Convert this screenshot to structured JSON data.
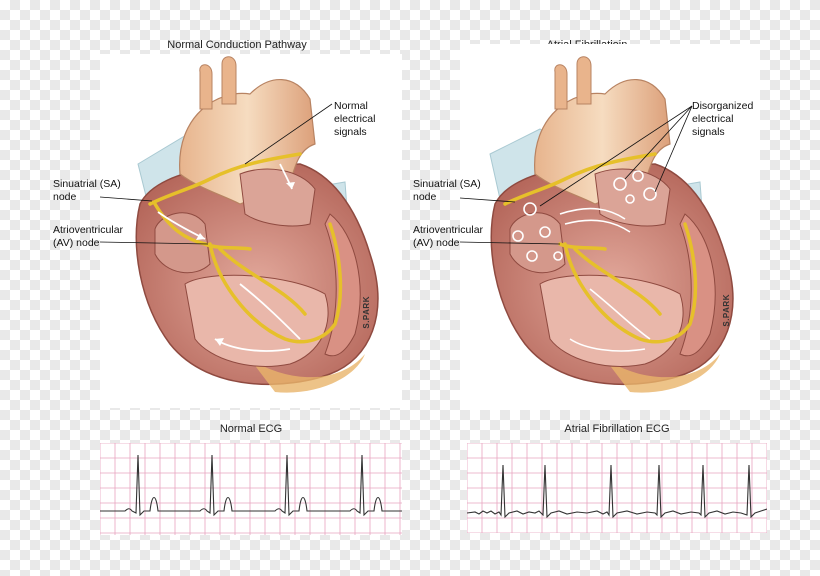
{
  "panels": {
    "normal": {
      "title": "Normal Conduction Pathway",
      "label_signals": "Normal\nelectrical\nsignals",
      "label_sa": "Sinuatrial (SA)\nnode",
      "label_av": "Atrioventricular\n(AV) node"
    },
    "afib": {
      "title": "Atrial Fibrillatioin",
      "label_signals": "Disorganized\nelectrical\nsignals",
      "label_sa": "Sinuatrial (SA)\nnode",
      "label_av": "Atrioventricular\n(AV) node"
    }
  },
  "ecg": {
    "normal_title": "Normal ECG",
    "afib_title": "Atrial Fibrillation ECG",
    "grid_color": "#e8a4bf"
  },
  "signature": "S.PARK",
  "colors": {
    "muscle": "#c9877a",
    "muscle_dark": "#a8574c",
    "aorta": "#f0c9a5",
    "vessel_blue": "#cfe4ea",
    "conduction": "#e6c02a",
    "inner": "#e9b7aa"
  }
}
